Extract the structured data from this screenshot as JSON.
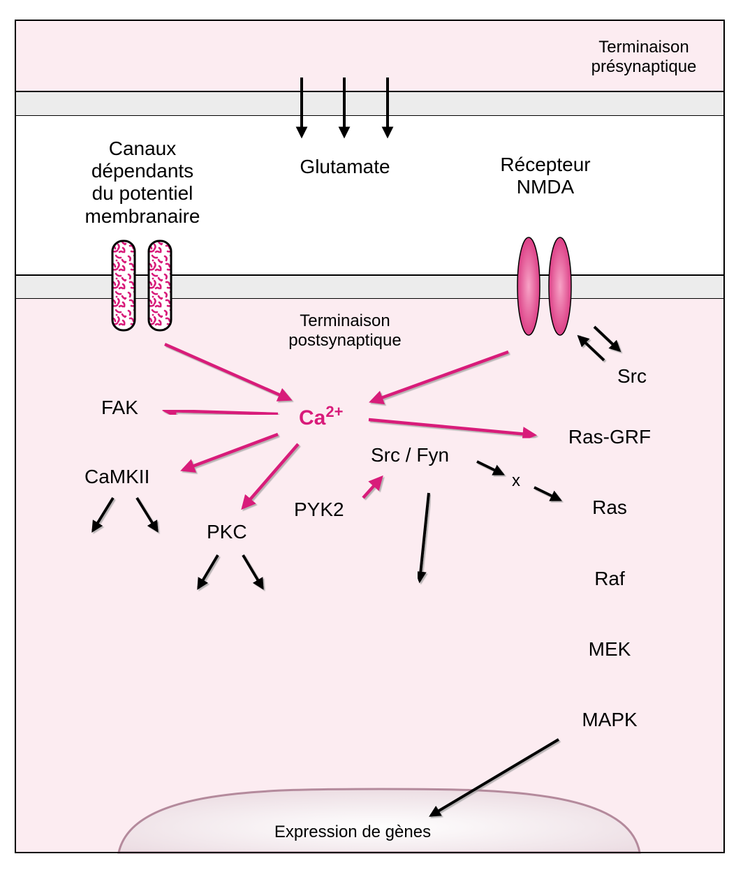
{
  "diagram": {
    "regions": {
      "presynaptic": "Terminaison\nprésynaptique",
      "postsynaptic": "Terminaison\npostsynaptique"
    },
    "colors": {
      "pink_region": "#fcecf1",
      "membrane": "#ececec",
      "magenta": "#d81b7a",
      "arrow_black": "#000000",
      "nucleus_border": "#b48a9c"
    },
    "labels": {
      "glutamate": "Glutamate",
      "voltage_channels": [
        "Canaux",
        "dépendants",
        "du potentiel",
        "membranaire"
      ],
      "nmda_receptor": [
        "Récepteur",
        "NMDA"
      ],
      "src_receptor": "Src",
      "calcium": "Ca",
      "calcium_charge": "2+",
      "fak": "FAK",
      "camkii": "CaMKII",
      "pkc": "PKC",
      "pyk2": "PYK2",
      "src_fyn": "Src / Fyn",
      "x": "x",
      "ras_grf": "Ras-GRF",
      "ras": "Ras",
      "raf": "Raf",
      "mek": "MEK",
      "mapk": "MAPK",
      "gene_expression": "Expression de gènes"
    }
  }
}
